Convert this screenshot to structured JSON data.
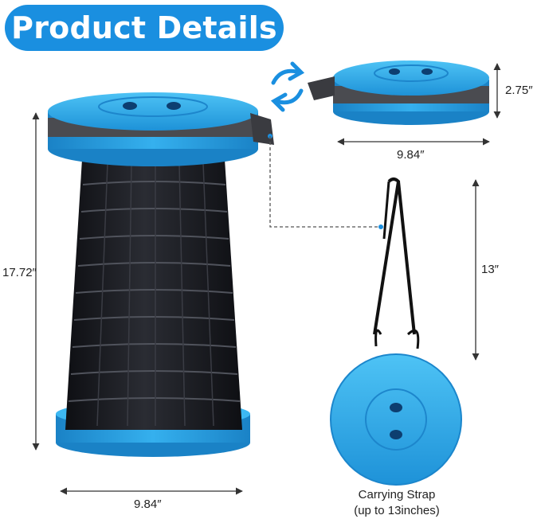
{
  "header": {
    "title": "Product Details"
  },
  "dimensions": {
    "extended_height": "17.72″",
    "extended_width": "9.84″",
    "collapsed_height": "2.75″",
    "collapsed_width": "9.84″",
    "strap_length": "13″"
  },
  "caption": {
    "line1": "Carrying Strap",
    "line2": "(up to 13inches)"
  },
  "colors": {
    "accent_blue": "#1a8fe0",
    "stool_blue": "#2aa7e8",
    "stool_black": "#1c1d22",
    "strap_gray": "#4a4b50"
  },
  "icons": {
    "transform": "rotate-arrows-icon"
  }
}
